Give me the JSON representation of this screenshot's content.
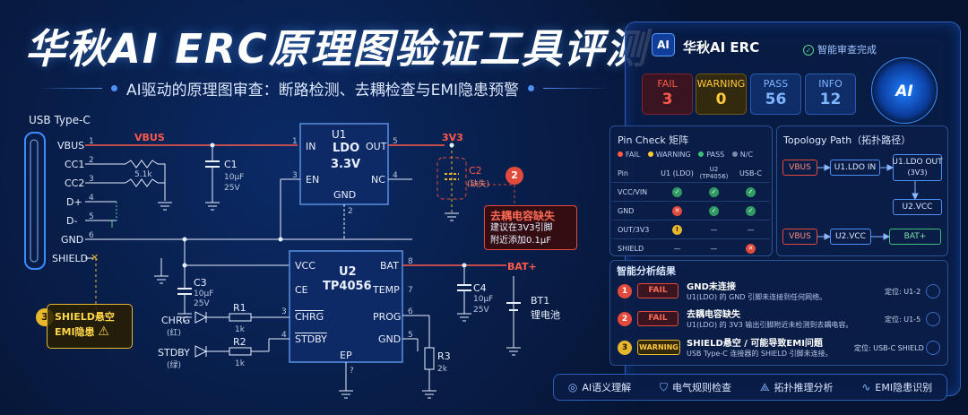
{
  "title": "华秋AI ERC原理图验证工具评测",
  "subtitle": "AI驱动的原理图审查：断路检测、去耦检查与EMI隐患预警",
  "schematic": {
    "connector_label": "USB Type-C",
    "pins": [
      "VBUS",
      "CC1",
      "CC2",
      "D+",
      "D-",
      "GND",
      "SHIELD"
    ],
    "pin_numbers": [
      "1",
      "2",
      "3",
      "4",
      "5",
      "6"
    ],
    "net_vbus": "VBUS",
    "net_3v3": "3V3",
    "net_batp": "BAT+",
    "cc_res": "5.1k",
    "c1": {
      "ref": "C1",
      "val": "10μF",
      "volt": "25V"
    },
    "c2": {
      "ref": "C2",
      "note": "(缺失)"
    },
    "c3": {
      "ref": "C3",
      "val": "10μF",
      "volt": "25V"
    },
    "c4": {
      "ref": "C4",
      "val": "10μF",
      "volt": "25V"
    },
    "u1": {
      "ref": "U1",
      "name": "LDO",
      "val": "3.3V",
      "in": "IN",
      "out": "OUT",
      "en": "EN",
      "nc": "NC",
      "gnd": "GND",
      "pin_in": "1",
      "pin_out": "5",
      "pin_en": "3",
      "pin_nc": "4",
      "pin_gnd": "2"
    },
    "u2": {
      "ref": "U2",
      "name": "TP4056",
      "vcc": "VCC",
      "bat": "BAT",
      "ce": "CE",
      "temp": "TEMP",
      "chrg": "CHRG",
      "prog": "PROG",
      "stdby": "STDBY",
      "gnd": "GND",
      "ep": "EP",
      "pin_bat": "8",
      "pin_temp": "7",
      "pin_prog": "6",
      "pin_stdby": "4",
      "pin_gnd": "5",
      "pin_chrg": "3",
      "pin_ep": "?"
    },
    "r1": {
      "ref": "R1",
      "val": "1k"
    },
    "r2": {
      "ref": "R2",
      "val": "1k"
    },
    "r3": {
      "ref": "R3",
      "val": "2k"
    },
    "bt1": {
      "ref": "BT1",
      "name": "锂电池"
    },
    "chrg_led": {
      "label": "CHRG",
      "color": "(红)"
    },
    "stdby_led": {
      "label": "STDBY",
      "color": "(绿)"
    },
    "callout2": {
      "num": "2",
      "title": "去耦电容缺失",
      "line1": "建议在3V3引脚",
      "line2": "附近添加0.1μF"
    },
    "callout3": {
      "num": "3",
      "line1": "SHIELD悬空",
      "line2": "EMI隐患"
    },
    "colors": {
      "wire": "#e8f0ff",
      "red": "#ff5a4a",
      "yellow": "#e8b82c",
      "chip_fill": "#0e2a66",
      "chip_border": "#5a8fe0"
    }
  },
  "panel": {
    "logo": "AI",
    "title": "华秋AI ERC",
    "status": "智能审查完成",
    "brain": "AI",
    "stats": [
      {
        "label": "FAIL",
        "value": "3",
        "color": "#ff5a4a",
        "bg": "#3a1420"
      },
      {
        "label": "WARNING",
        "value": "0",
        "color": "#ffc93a",
        "bg": "#33290e"
      },
      {
        "label": "PASS",
        "value": "56",
        "color": "#7fb5ff",
        "bg": "#0f2d68"
      },
      {
        "label": "INFO",
        "value": "12",
        "color": "#7fb5ff",
        "bg": "#0f2d68"
      }
    ],
    "pin_check": {
      "title": "Pin Check 矩阵",
      "legend": [
        "FAIL",
        "WARNING",
        "PASS",
        "N/C"
      ],
      "header": [
        "Pin",
        "U1 (LDO)",
        "U2 (TP4056)",
        "USB-C"
      ],
      "rows": [
        {
          "pin": "VCC/VIN",
          "u1": "pass",
          "u2": "pass",
          "usb": "pass"
        },
        {
          "pin": "GND",
          "u1": "fail",
          "u2": "pass",
          "usb": "pass"
        },
        {
          "pin": "OUT/3V3",
          "u1": "warn",
          "u2": "—",
          "usb": "—"
        },
        {
          "pin": "SHIELD",
          "u1": "—",
          "u2": "—",
          "usb": "fail"
        }
      ]
    },
    "topology": {
      "title": "Topology Path（拓扑路径）",
      "n1": "VBUS",
      "n2": "U1.LDO IN",
      "n3a": "U1.LDO OUT",
      "n3b": "(3V3)",
      "n4": "U2.VCC",
      "n5": "VBUS",
      "n6": "U2.VCC",
      "n7": "BAT+"
    },
    "analysis": {
      "title": "智能分析结果",
      "rows": [
        {
          "num": "1",
          "tag": "FAIL",
          "title": "GND未连接",
          "desc": "U1(LDO) 的 GND 引脚未连接到任何网络。",
          "loc": "定位: U1-2"
        },
        {
          "num": "2",
          "tag": "FAIL",
          "title": "去耦电容缺失",
          "desc": "U1(LDO) 的 3V3 输出引脚附近未检测到去耦电容。",
          "loc": "定位: U1-5"
        },
        {
          "num": "3",
          "tag": "WARNING",
          "title": "SHIELD悬空 / 可能导致EMI问题",
          "desc": "USB Type-C 连接器的 SHIELD 引脚未连接。",
          "loc": "定位: USB-C SHIELD"
        }
      ]
    }
  },
  "bottom": [
    "AI语义理解",
    "电气规则检查",
    "拓扑推理分析",
    "EMI隐患识别"
  ]
}
